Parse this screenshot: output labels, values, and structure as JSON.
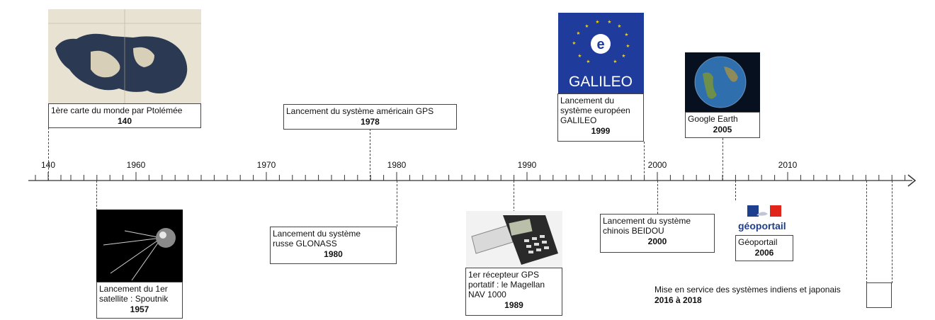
{
  "axis": {
    "tick_labels": [
      "140",
      "1960",
      "1970",
      "1980",
      "1990",
      "2000",
      "2010"
    ]
  },
  "events": {
    "ptolemee": {
      "label": "1ère carte du monde par Ptolémée",
      "year": "140",
      "image": "ancient-world-map-image"
    },
    "gps": {
      "label": "Lancement du système américain GPS",
      "year": "1978"
    },
    "galileo": {
      "label": "Lancement du système européen GALILEO",
      "year": "1999",
      "logo_text": "GALILEO",
      "logo_letter": "e",
      "image": "galileo-logo"
    },
    "google_earth": {
      "label": "Google Earth",
      "year": "2005",
      "image": "earth-globe-image"
    },
    "spoutnik": {
      "label": "Lancement du 1er satellite : Spoutnik",
      "year": "1957",
      "image": "sputnik-satellite-image"
    },
    "glonass": {
      "label": "Lancement du système russe GLONASS",
      "year": "1980"
    },
    "magellan": {
      "label": "1er récepteur GPS portatif : le Magellan NAV 1000",
      "year": "1989",
      "image": "gps-receiver-image"
    },
    "beidou": {
      "label": "Lancement du système chinois BEIDOU",
      "year": "2000"
    },
    "geoportail": {
      "label": "Géoportail",
      "year": "2006",
      "logo_text": "géoportail",
      "image": "geoportail-logo"
    },
    "inde_japon": {
      "label": "Mise en service des systèmes indiens et japonais",
      "year": "2016 à 2018"
    }
  },
  "colors": {
    "axis": "#333333",
    "galileo_blue": "#1f3c9c",
    "galileo_star": "#f5d300",
    "geo_blue": "#1e3f8f",
    "geo_red": "#e1251b"
  }
}
